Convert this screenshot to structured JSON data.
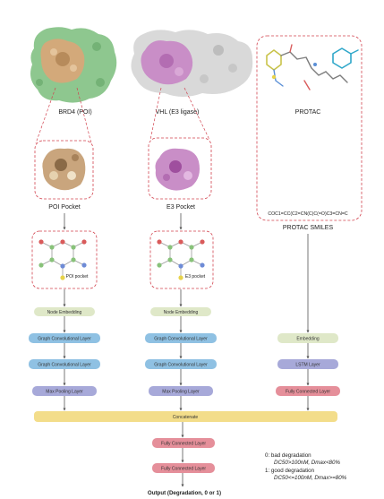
{
  "columns": {
    "poi": {
      "protein_label": "BRD4 (POI)",
      "pocket_label": "POI Pocket",
      "graph_label": "POI pocket",
      "node_embedding": "Node Embedding",
      "gcn_1": "Graph Convolutional Layer",
      "gcn_2": "Graph Convolutional Layer",
      "pooling": "Max Pooling Layer"
    },
    "e3": {
      "protein_label": "VHL (E3 ligase)",
      "pocket_label": "E3 Pocket",
      "graph_label": "E3 pocket",
      "node_embedding": "Node Embedding",
      "gcn_1": "Graph Convolutional Layer",
      "gcn_2": "Graph Convolutional Layer",
      "pooling": "Max Pooling Layer"
    },
    "protac": {
      "title": "PROTAC",
      "smiles": "COC1=CC(C2=CN(C)C(=O)C3=CN=C",
      "smiles_label": "PROTAC SMILES",
      "embedding": "Embedding",
      "lstm": "LSTM Layer",
      "fc": "Fully Connected Layer"
    }
  },
  "merge": {
    "concatenate": "Concatenate",
    "fc_1": "Fully Connected Layer",
    "fc_2": "Fully Connected Layer",
    "output": "Output (Degradation, 0 or 1)"
  },
  "legend": {
    "line1": "0: bad degradation",
    "line2": "DC50>100nM, Dmax<80%",
    "line3": "1: good degradation",
    "line4": "DC50<=100nM, Dmax>=80%"
  },
  "colors": {
    "node_embedding": "#dfe8c8",
    "gcn": "#8fc1e3",
    "pooling": "#a7a9d9",
    "embedding": "#dfe8c8",
    "lstm": "#a7a9d9",
    "fc": "#e58f9a",
    "concatenate": "#f3dd8a",
    "dashed": "#d2434f",
    "arrow": "#555555"
  }
}
